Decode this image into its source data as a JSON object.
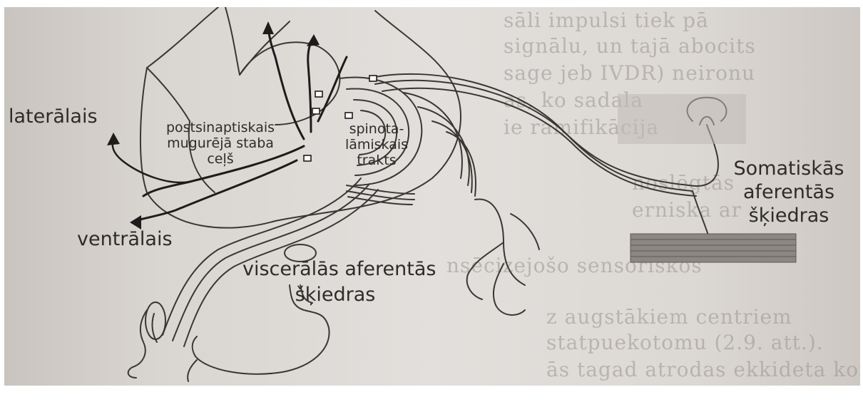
{
  "labels": {
    "lateral": "laterālais",
    "ventral": "ventrālais",
    "postsynaptic": [
      "postsinaptiskais",
      "mugurējā staba",
      "ceļš"
    ],
    "spinothalamic": [
      "spinota-",
      "lāmiskais",
      "trakts"
    ],
    "visceral": [
      "viscerālās aferentās",
      "šķiedras"
    ],
    "somatic": [
      "Somatiskās",
      "aferentās",
      "šķiedras"
    ]
  },
  "background_text": [
    "sāli impulsi tiek pā",
    "signālu, un tajā abocits",
    "sage jeb IVDR) neironu",
    "as, ko sadala",
    "ie ramifikācija",
    "noslēgtās",
    "erniska ar",
    "nsēcizejošo sensoriskos",
    "z augstākiem centriem",
    "statpuekotomu (2.9. att.).",
    "ās tagad atrodas ekkideta kompleksā"
  ],
  "colors": {
    "ink": "#2e2b29",
    "paper": "#dcd8d4",
    "skin_band": "#8c8783"
  }
}
